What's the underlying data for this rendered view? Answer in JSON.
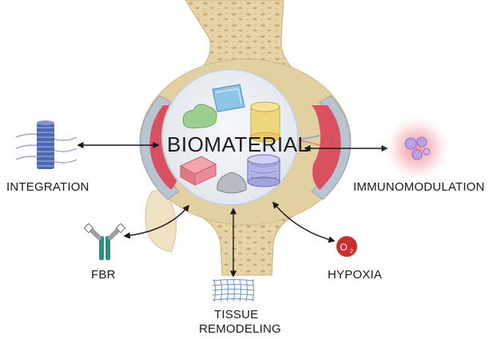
{
  "center": {
    "title": "BIOMATERIAL"
  },
  "labels": {
    "integration": "INTEGRATION",
    "immunomodulation": "IMMUNOMODULATION",
    "fbr": "FBR",
    "hypoxia": "HYPOXIA",
    "hypoxia_symbol": "O",
    "hypoxia_subscript": "2",
    "tissue_line1": "TISSUE",
    "tissue_line2": "REMODELING"
  },
  "icons": {
    "integration": "fiber-bundle-icon",
    "immunomodulation": "immune-cells-icon",
    "fbr": "antibody-icon",
    "hypoxia": "oxygen-molecule-icon",
    "tissue_remodeling": "mesh-scaffold-icon"
  },
  "colors": {
    "bone": "#e8d5a8",
    "bone_dark": "#c9b07c",
    "cartilage": "#b9c6d2",
    "inflamed": "#d9465a",
    "material_circle": "#eef1f4",
    "hypoxia": "#c9302c",
    "immune_glow": "#f3a0a8",
    "arrow": "#1a1a1a"
  }
}
